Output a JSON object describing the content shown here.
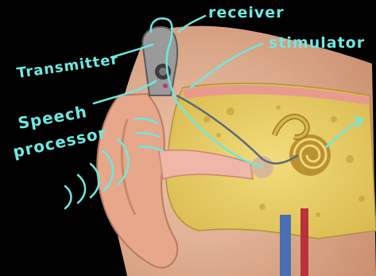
{
  "labels": {
    "receiver": "receiver",
    "stimulator": "stimulator",
    "transmitter": "Transmitter",
    "speech": "Speech",
    "processor": "processor"
  },
  "colors": {
    "annotation": "#6fe8e2",
    "background": "#000000",
    "skin": "#e7b89a",
    "bone": "#e8cf6a",
    "cochlea": "#c9a435",
    "device": "#8c8c8c"
  }
}
